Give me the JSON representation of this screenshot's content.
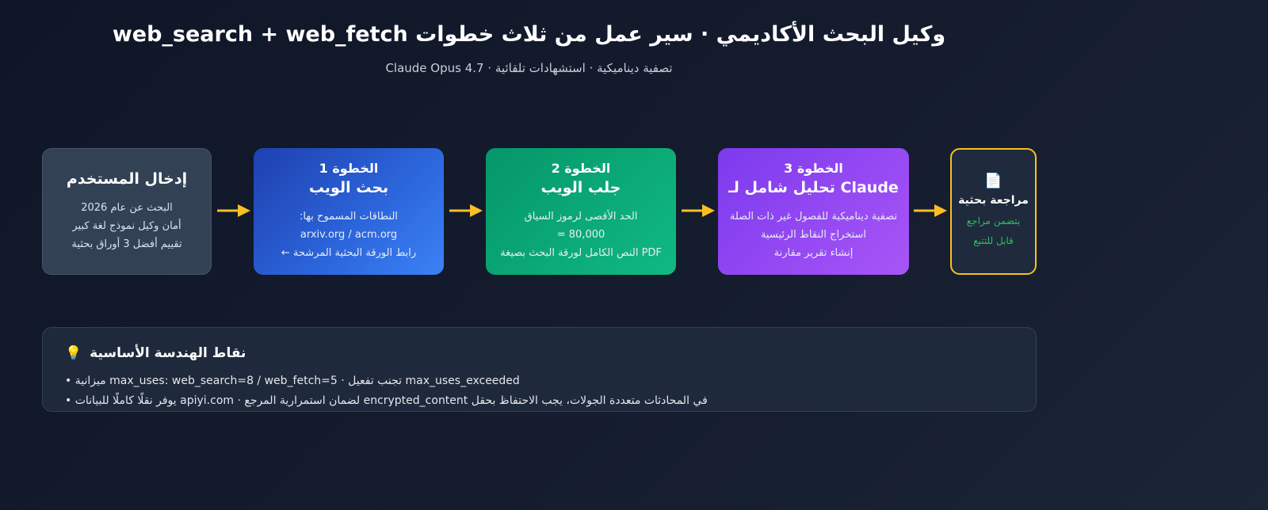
{
  "header": {
    "title": "web_search + web_fetch وكيل البحث الأكاديمي · سير عمل من ثلاث خطوات",
    "subtitle": "Claude Opus 4.7 · تصفية ديناميكية · استشهادات تلقائية"
  },
  "flow": {
    "user": {
      "title": "إدخال المستخدم",
      "lines": [
        "البحث عن عام 2026",
        "أمان وكيل نموذج لغة كبير",
        "تقييم أفضل 3 أوراق بحثية"
      ]
    },
    "step1": {
      "label": "الخطوة 1",
      "title": "بحث الويب",
      "lines": [
        "النطاقات المسموح بها:",
        "arxiv.org / acm.org",
        "رابط الورقة البحثية المرشحة ←"
      ]
    },
    "step2": {
      "label": "الخطوة 2",
      "title": "جلب الويب",
      "lines": [
        "الحد الأقصى لرموز السياق",
        "80,000 =",
        "PDF النص الكامل لورقة البحث بصيغة"
      ]
    },
    "step3": {
      "label": "الخطوة 3",
      "title": "Claude تحليل شامل لـ",
      "lines": [
        "تصفية ديناميكية للفصول غير ذات الصلة",
        "استخراج النقاط الرئيسية",
        "إنشاء تقرير مقارنة"
      ]
    },
    "output": {
      "icon": "📄",
      "title": "مراجعة بحثية",
      "notes": [
        "يتضمن مراجع",
        "قابل للتتبع"
      ]
    },
    "colors": {
      "arrow": "#fbbf24",
      "step1": "#2563eb",
      "step2": "#10b981",
      "step3": "#9333ea",
      "output_border": "#fbbf24",
      "output_note": "#22c55e"
    }
  },
  "notes_panel": {
    "icon": "💡",
    "title": "نقاط الهندسة الأساسية",
    "bullets": [
      "• ميزانية max_uses: web_search=8 / web_fetch=5 · تجنب تفعيل max_uses_exceeded",
      "• يوفر نقلًا كاملًا للبيانات apiyi.com · لضمان استمرارية المرجع encrypted_content في المحادثات متعددة الجولات، يجب الاحتفاظ بحقل"
    ]
  }
}
